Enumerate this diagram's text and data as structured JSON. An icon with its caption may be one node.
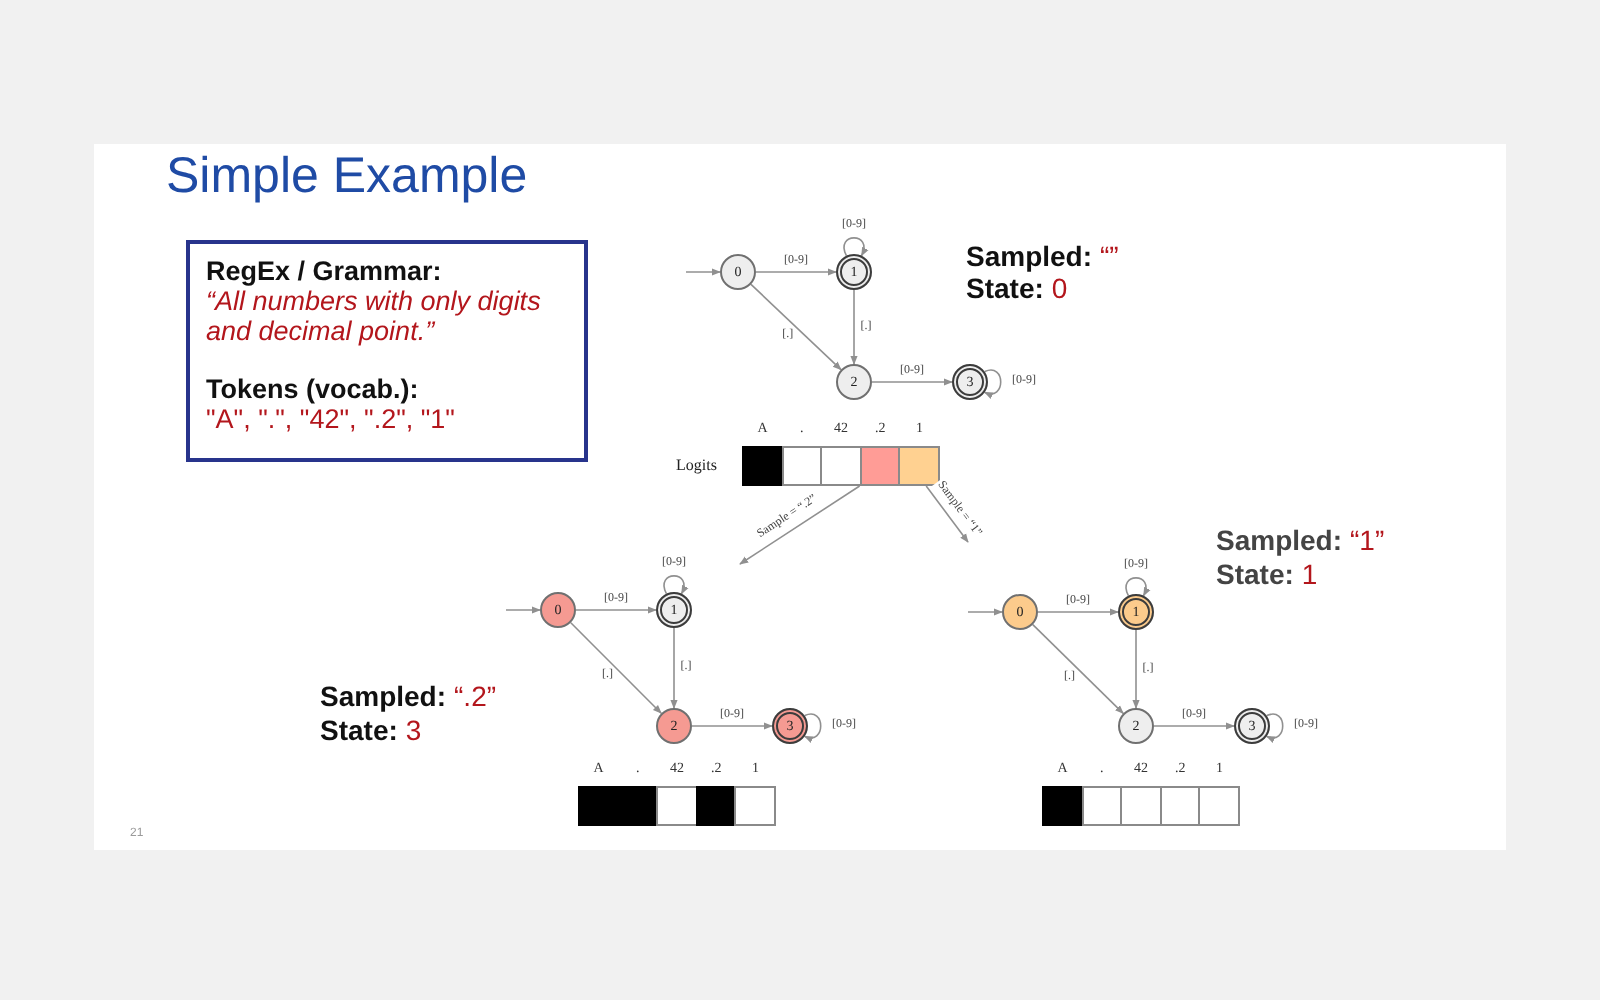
{
  "diagram": {
    "title": "Simple Example",
    "nodes": [
      {
        "text": [
          "RegEx / Grammar:",
          "“All numbers with only digits and decimal point.”",
          "Tokens (vocab.):",
          "\"A\", \".\", \"42\", \".2\", \"1\""
        ]
      },
      {
        "text": [
          "0"
        ]
      },
      {
        "text": [
          "1"
        ]
      },
      {
        "text": [
          "2"
        ]
      },
      {
        "text": [
          "3"
        ]
      },
      {
        "text": [
          "A"
        ]
      },
      {
        "text": [
          "."
        ]
      },
      {
        "text": [
          "42"
        ]
      },
      {
        "text": [
          ".2"
        ]
      },
      {
        "text": [
          "1"
        ]
      },
      {
        "text": [
          "0"
        ]
      },
      {
        "text": [
          "1"
        ]
      },
      {
        "text": [
          "2"
        ]
      },
      {
        "text": [
          "3"
        ]
      },
      {
        "text": [
          "A"
        ]
      },
      {
        "text": [
          "."
        ]
      },
      {
        "text": [
          "42"
        ]
      },
      {
        "text": [
          ".2"
        ]
      },
      {
        "text": [
          "1"
        ]
      },
      {
        "text": [
          "0"
        ]
      },
      {
        "text": [
          "1"
        ]
      },
      {
        "text": [
          "2"
        ]
      },
      {
        "text": [
          "3"
        ]
      },
      {
        "text": [
          "A"
        ]
      },
      {
        "text": [
          "."
        ]
      },
      {
        "text": [
          "42"
        ]
      },
      {
        "text": [
          ".2"
        ]
      },
      {
        "text": [
          "1"
        ]
      }
    ],
    "edges": [
      {
        "from": null,
        "to": 1,
        "arrow": "to"
      },
      {
        "from": 1,
        "to": 2,
        "arrow": "to",
        "label": "[0-9]"
      },
      {
        "from": 2,
        "to": 2,
        "arrow": "to",
        "label": "[0-9]"
      },
      {
        "from": 2,
        "to": 3,
        "arrow": "to",
        "label": "[.]"
      },
      {
        "from": 1,
        "to": 3,
        "arrow": "to",
        "label": "[.]"
      },
      {
        "from": 3,
        "to": 4,
        "arrow": "to",
        "label": "[0-9]"
      },
      {
        "from": 4,
        "to": 4,
        "arrow": "to",
        "label": "[0-9]"
      },
      {
        "from": 8,
        "to": null,
        "arrow": "to",
        "label": "Sample = “.2”"
      },
      {
        "from": 9,
        "to": null,
        "arrow": "to",
        "label": "Sample = “1”"
      },
      {
        "from": null,
        "to": 10,
        "arrow": "to"
      },
      {
        "from": 10,
        "to": 11,
        "arrow": "to",
        "label": "[0-9]"
      },
      {
        "from": 11,
        "to": 11,
        "arrow": "to",
        "label": "[0-9]"
      },
      {
        "from": 11,
        "to": 12,
        "arrow": "to",
        "label": "[.]"
      },
      {
        "from": 10,
        "to": 12,
        "arrow": "to",
        "label": "[.]"
      },
      {
        "from": 12,
        "to": 13,
        "arrow": "to",
        "label": "[0-9]"
      },
      {
        "from": 13,
        "to": 13,
        "arrow": "to",
        "label": "[0-9]"
      },
      {
        "from": null,
        "to": 19,
        "arrow": "to"
      },
      {
        "from": 19,
        "to": 20,
        "arrow": "to",
        "label": "[0-9]"
      },
      {
        "from": 20,
        "to": 20,
        "arrow": "to",
        "label": "[0-9]"
      },
      {
        "from": 20,
        "to": 21,
        "arrow": "to",
        "label": "[.]"
      },
      {
        "from": 19,
        "to": 21,
        "arrow": "to",
        "label": "[.]"
      },
      {
        "from": 21,
        "to": 22,
        "arrow": "to",
        "label": "[0-9]"
      },
      {
        "from": 22,
        "to": 22,
        "arrow": "to",
        "label": "[0-9]"
      }
    ],
    "labels": [
      "Sampled:",
      "“”",
      "State:",
      "0",
      "Logits",
      "Sampled:",
      "“1”",
      "State:",
      "1",
      "Sampled:",
      "“.2”",
      "State:",
      "3",
      "21"
    ]
  }
}
